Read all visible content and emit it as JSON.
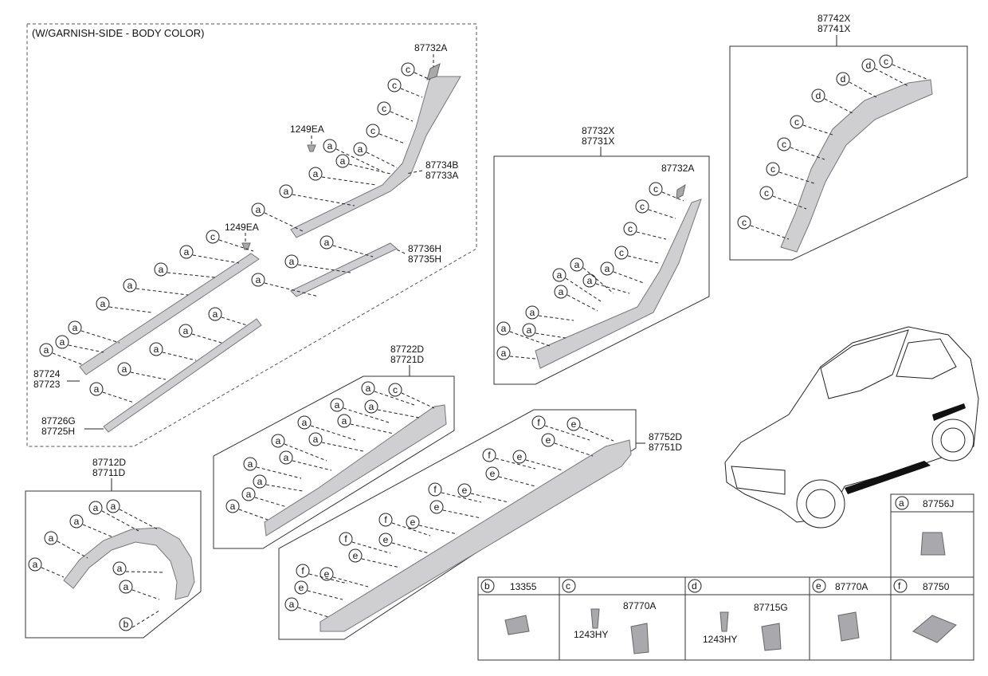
{
  "garnish_title": "(W/GARNISH-SIDE - BODY COLOR)",
  "part_numbers": {
    "p87732A_a": "87732A",
    "p1249EA_a": "1249EA",
    "p87734B": "87734B",
    "p87733A": "87733A",
    "p1249EA_b": "1249EA",
    "p87736H": "87736H",
    "p87735H": "87735H",
    "p87724": "87724",
    "p87723": "87723",
    "p87726G": "87726G",
    "p87725H": "87725H",
    "p87732X": "87732X",
    "p87731X": "87731X",
    "p87732A_b": "87732A",
    "p87742X": "87742X",
    "p87741X": "87741X",
    "p87722D": "87722D",
    "p87721D": "87721D",
    "p87752D": "87752D",
    "p87751D": "87751D",
    "p87712D": "87712D",
    "p87711D": "87711D"
  },
  "legend": {
    "a": {
      "letter": "a",
      "part": "87756J"
    },
    "b": {
      "letter": "b",
      "part": "13355"
    },
    "c": {
      "letter": "c",
      "part": "87770A",
      "screw": "1243HY"
    },
    "d": {
      "letter": "d",
      "part": "87715G",
      "screw": "1243HY"
    },
    "e": {
      "letter": "e",
      "part": "87770A"
    },
    "f": {
      "letter": "f",
      "part": "87750"
    }
  },
  "colors": {
    "part_fill": "#cfcfd2",
    "line": "#222222",
    "blackout": "#111111"
  }
}
